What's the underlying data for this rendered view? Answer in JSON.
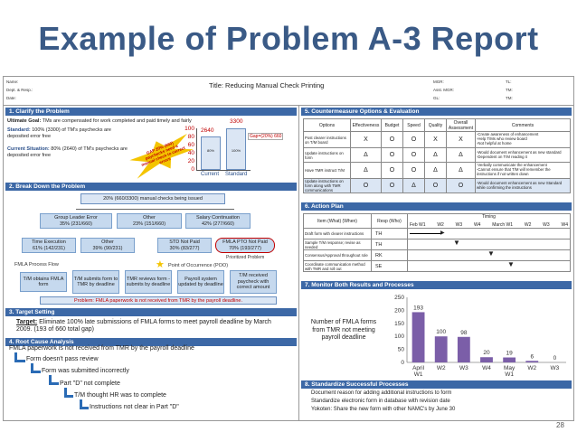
{
  "slide_title": "Example of Problem A-3 Report",
  "page_number": "28",
  "header": {
    "name": "Name:",
    "dept": "Dept. & Resp.:",
    "date": "Date:",
    "title": "Title: Reducing Manual Check Printing",
    "mgr": "MGR:",
    "asst_mgr": "Asst. MGR:",
    "gl": "GL:",
    "tl": "TL:",
    "tm1": "TM:",
    "tm2": "TM:"
  },
  "sections": {
    "s1": "1. Clarify the Problem",
    "s2": "2. Break Down the Problem",
    "s3": "3. Target Setting",
    "s4": "4. Root Cause Analysis",
    "s5": "5. Countermeasure Options & Evaluation",
    "s6": "6. Action Plan",
    "s7": "7. Monitor Both Results and Processes",
    "s8": "8. Standardize Successful Processes"
  },
  "clarify": {
    "ultimate_goal_label": "Ultimate Goal:",
    "ultimate_goal": "TMs are compensated for work completed and paid timely and fairly",
    "standard_label": "Standard:",
    "standard": "100% (3300) of TM's paychecks are deposited error free",
    "current_label": "Current Situation:",
    "current": "80% (2640) of TM's paychecks are deposited error free",
    "gap_note": "GAP 20% (660) paychecks need a manual check to correct errors",
    "mini_chart": {
      "y_ticks": [
        "100",
        "80",
        "60",
        "40",
        "20",
        "0"
      ],
      "bar1_value": "2640",
      "bar2_value": "3300",
      "bar1_pct": "80%",
      "bar2_pct": "100%",
      "bar1_label": "Current",
      "bar2_label": "Standard",
      "gap_label": "Gap=(20%) 660"
    }
  },
  "breakdown": {
    "top": "20% (660/3300) manual checks being issued",
    "l2": [
      "Group Leader Error\n35% (231/660)",
      "Other\n23% (151/660)",
      "Salary Continuation\n42% (277/660)"
    ],
    "l3": [
      "Time Execution\n61% (142/231)",
      "Other\n39% (90/231)",
      "STD Not Paid\n30% (83/277)",
      "FMLA PTO Not Paid\n70% (193/277)"
    ],
    "prioritized": "Prioritized Problem",
    "process_flow": "FMLA Process Flow",
    "poo": "Point of Occurrence (POO)",
    "flow": [
      "T/M obtains FMLA form",
      "T/M submits form to TMR by deadline",
      "TMR reviews form - submits by deadline",
      "Payroll system updated by deadline",
      "T/M received paycheck with correct amount"
    ],
    "problem": "Problem: FMLA paperwork is not received from TMR by the payroll deadline."
  },
  "target": {
    "label": "Target:",
    "text": "Eliminate 100% late submissions of FMLA forms to meet payroll deadline by March 2009.  (193 of 660 total gap)"
  },
  "root_cause": [
    "FMLA paperwork is not received from TMR by the payroll deadline",
    "Form doesn't pass review",
    "Form was submitted incorrectly",
    "Part \"D\" not complete",
    "T/M thought HR was to complete",
    "Instructions not clear in Part \"D\""
  ],
  "countermeasures": {
    "headers": [
      "Options",
      "Effectiveness",
      "Budget",
      "Speed",
      "Quality",
      "Overall Assessment",
      "Comments"
    ],
    "rows": [
      {
        "option": "Post clearer instructions on T/M board",
        "marks": [
          "X",
          "O",
          "O",
          "X",
          "X"
        ],
        "comments": "-Create awareness of enhancement\n-Help T/Ms who review board\n-Not helpful at home"
      },
      {
        "option": "Update instructions on form",
        "marks": [
          "Δ",
          "O",
          "O",
          "Δ",
          "Δ"
        ],
        "comments": "-Would document enhancement as new standard\n-Dependent on T/M reading it"
      },
      {
        "option": "Have TMR instruct T/M",
        "marks": [
          "Δ",
          "O",
          "O",
          "Δ",
          "Δ"
        ],
        "comments": "-Verbally communicate the enhancement\n-Cannot ensure that T/M will remember the instructions if not written down"
      },
      {
        "option": "Update instructions on form along with TMR communications",
        "marks": [
          "O",
          "O",
          "Δ",
          "O",
          "O"
        ],
        "comments": "-Would document enhancement as new Standard while confirming the instructions"
      }
    ]
  },
  "action_plan": {
    "headers": [
      "Item (What) (When)",
      "Resp (Who)",
      "Timing"
    ],
    "weeks": [
      "Feb W1",
      "W2",
      "W3",
      "W4",
      "March W1",
      "W2",
      "W3",
      "W4"
    ],
    "rows": [
      {
        "item": "Draft form with clearer instructions",
        "resp": "TH"
      },
      {
        "item": "Sample T/M response; revise as needed",
        "resp": "TH"
      },
      {
        "item": "Consensus/Approval throughout role",
        "resp": "RK"
      },
      {
        "item": "Coordinate communication method with TMR and roll out",
        "resp": "SE"
      }
    ]
  },
  "monitor": {
    "ylabel": "Number of FMLA forms from TMR not meeting payroll deadline"
  },
  "chart_data": {
    "type": "bar",
    "categories": [
      "April W1",
      "W2",
      "W3",
      "W4",
      "May W1",
      "W2",
      "W3"
    ],
    "values": [
      193,
      100,
      98,
      20,
      19,
      6,
      0
    ],
    "ylim": [
      0,
      250
    ],
    "y_ticks": [
      "0",
      "50",
      "100",
      "150",
      "200",
      "250"
    ],
    "ylabel": "Number of FMLA forms from TMR not meeting payroll deadline",
    "bar_color": "#7b5ea8"
  },
  "standardize": [
    "Document reason for adding additional instructions to form",
    "Standardize electronic form in database with revision date",
    "Yokoten: Share the new form with other NAMC's by June 30"
  ],
  "colors": {
    "title": "#3a5a86",
    "section_bar": "#3c68a6",
    "box_fill": "#dbe6f4",
    "bar": "#7b5ea8"
  }
}
